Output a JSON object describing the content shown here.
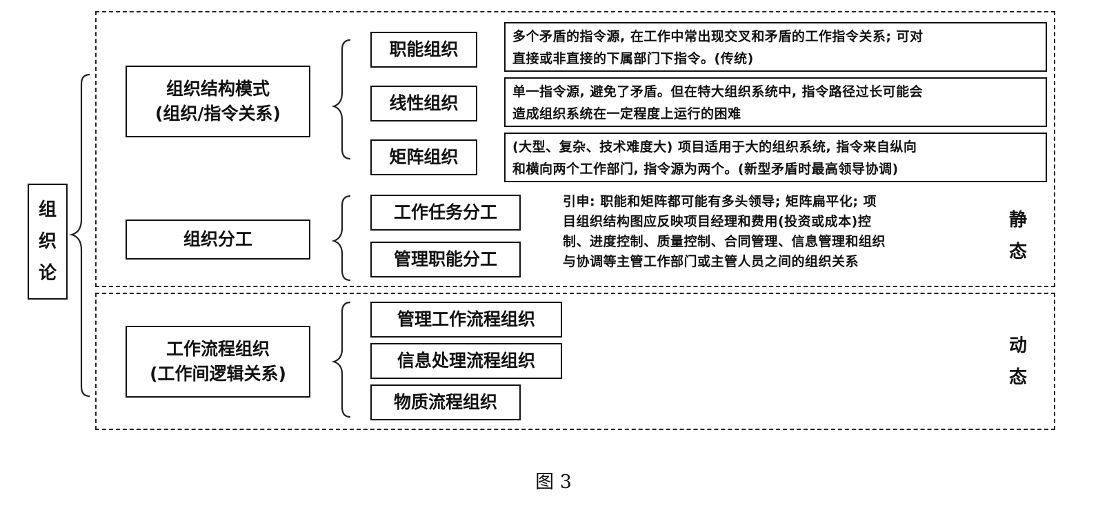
{
  "root": {
    "label": "组织论"
  },
  "static_section": {
    "side_label": "静态",
    "groups": [
      {
        "label_lines": [
          "组织结构模式",
          "(组织/指令关系)"
        ],
        "items": [
          {
            "label": "职能组织",
            "desc_lines": [
              "多个矛盾的指令源, 在工作中常出现交叉和矛盾的工作指令关系; 可对",
              "直接或非直接的下属部门下指令。(传统)"
            ]
          },
          {
            "label": "线性组织",
            "desc_lines": [
              "单一指令源, 避免了矛盾。但在特大组织系统中, 指令路径过长可能会",
              "造成组织系统在一定程度上运行的困难"
            ]
          },
          {
            "label": "矩阵组织",
            "desc_lines": [
              "(大型、复杂、技术难度大) 项目适用于大的组织系统, 指令来自纵向",
              "和横向两个工作部门, 指令源为两个。(新型矛盾时最高领导协调)"
            ]
          }
        ]
      },
      {
        "label_lines": [
          "组织分工"
        ],
        "items": [
          {
            "label": "工作任务分工"
          },
          {
            "label": "管理职能分工"
          }
        ],
        "note_lines": [
          "引申: 职能和矩阵都可能有多头领导; 矩阵扁平化; 项",
          "目组织结构图应反映项目经理和费用(投资或成本)控",
          "制、进度控制、质量控制、合同管理、信息管理和组织",
          "与协调等主管工作部门或主管人员之间的组织关系"
        ]
      }
    ]
  },
  "dynamic_section": {
    "side_label": "动态",
    "group": {
      "label_lines": [
        "工作流程组织",
        "(工作间逻辑关系)"
      ],
      "items": [
        {
          "label": "管理工作流程组织"
        },
        {
          "label": "信息处理流程组织"
        },
        {
          "label": "物质流程组织"
        }
      ]
    }
  },
  "caption": "图 3"
}
